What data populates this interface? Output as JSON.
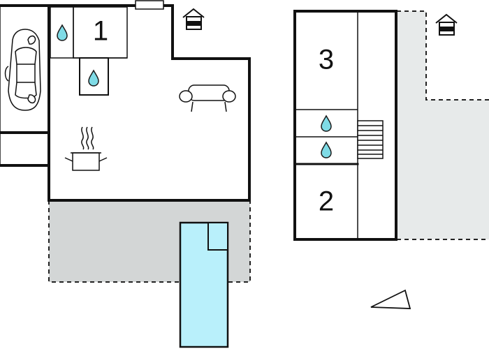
{
  "rooms": {
    "room_1": "1",
    "room_2": "2",
    "room_3": "3"
  },
  "colors": {
    "terrace": "#d3d6d6",
    "terrace_light": "#e7eaea",
    "pool": "#b9f0fb",
    "water_drop": "#7fdbe6",
    "wall": "#111111"
  },
  "icons": [
    "car-icon",
    "water-drop-icon",
    "sofa-icon",
    "cooking-pot-icon",
    "house-entrance-icon",
    "stairs-icon",
    "north-arrow-icon"
  ]
}
